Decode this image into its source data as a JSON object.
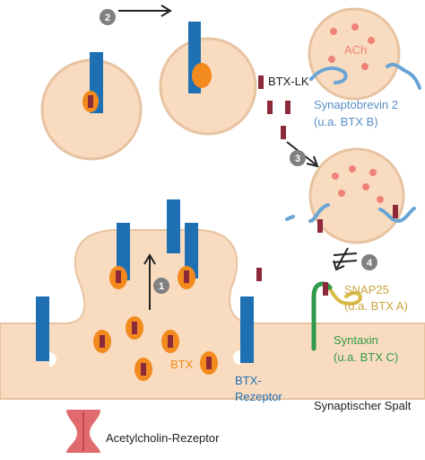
{
  "labels": {
    "ach": "ACh",
    "btx_lk": "BTX-LK",
    "synaptobrevin_name": "Synaptobrevin 2",
    "synaptobrevin_note": "(u.a. BTX B)",
    "snap25_name": "SNAP25",
    "snap25_note": "(u.a. BTX A)",
    "syntaxin_name": "Syntaxin",
    "syntaxin_note": "(u.a. BTX C)",
    "btx": "BTX",
    "receptor_line1": "BTX-",
    "receptor_line2": "Rezeptor",
    "cleft": "Synaptischer Spalt",
    "ach_receptor": "Acetylcholin-Rezeptor"
  },
  "steps": [
    "1",
    "2",
    "3",
    "4"
  ],
  "colors": {
    "membrane": "#f9dcc0",
    "outline": "#e7c3a0",
    "receptor_blue": "#1f6fb3",
    "btx_orange": "#f28a1e",
    "btx_dark": "#8c2a3a",
    "vesicle_dot": "#ef8277",
    "protein_light_blue": "#6aa4d4",
    "snap25_yellow": "#d8ba45",
    "syntaxin_green": "#2f9a4a",
    "ach_receptor_red": "#e06a6e",
    "text_blue": "#5b8fc6",
    "text_gold": "#c9a33a",
    "text_green": "#2f9a4a",
    "text_dark": "#222222",
    "step_gray": "#808080"
  }
}
